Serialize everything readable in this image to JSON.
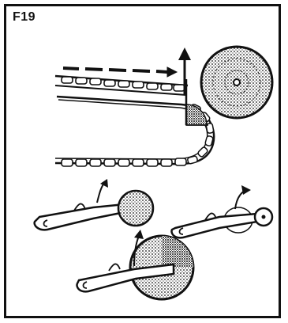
{
  "figure": {
    "label": "F19"
  },
  "colors": {
    "ink": "#111111",
    "paper": "#ffffff"
  },
  "icons": {
    "chain_direction": "dashed-arrow-right",
    "kickback_direction": "arrow-up",
    "guide_bar": "chainsaw-bar-with-chain",
    "drive_sprocket": "stippled-wheel",
    "kickback_zone": "shaded-quadrant",
    "saw_small_wheel": "chainsaw-with-medium-wheel",
    "saw_tiny_wheel": "chainsaw-with-small-wheel",
    "saw_large_wheel": "chainsaw-with-large-wheel"
  }
}
